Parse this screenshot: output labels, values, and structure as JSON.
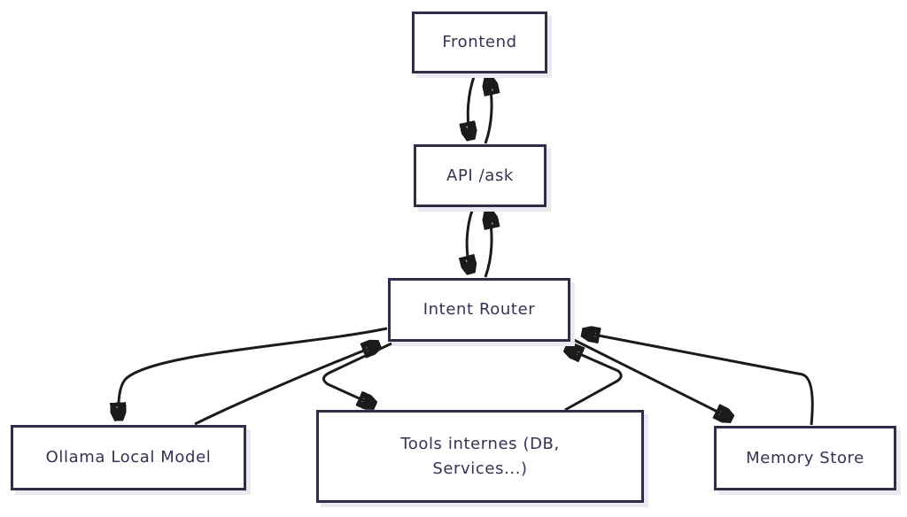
{
  "diagram": {
    "type": "flowchart",
    "direction": "top-down",
    "colors": {
      "background": "#ffffff",
      "node_fill": "#ffffff",
      "node_border": "#2e2e48",
      "node_text": "#333352",
      "arrow": "#1b1b1b",
      "node_shadow": "#e9e9ef"
    },
    "nodes": [
      {
        "id": "frontend",
        "label": "Frontend"
      },
      {
        "id": "api-ask",
        "label": "API /ask"
      },
      {
        "id": "intent-router",
        "label": "Intent Router"
      },
      {
        "id": "ollama-local-model",
        "label": "Ollama Local Model"
      },
      {
        "id": "tools-internes",
        "label": "Tools internes (DB, Services...)"
      },
      {
        "id": "memory-store",
        "label": "Memory Store"
      }
    ],
    "edges": [
      {
        "from": "Frontend",
        "to": "API /ask",
        "bidirectional": true
      },
      {
        "from": "API /ask",
        "to": "Intent Router",
        "bidirectional": true
      },
      {
        "from": "Intent Router",
        "to": "Ollama Local Model",
        "bidirectional": true
      },
      {
        "from": "Intent Router",
        "to": "Tools internes (DB, Services...)",
        "bidirectional": true
      },
      {
        "from": "Intent Router",
        "to": "Memory Store",
        "bidirectional": true
      }
    ]
  }
}
